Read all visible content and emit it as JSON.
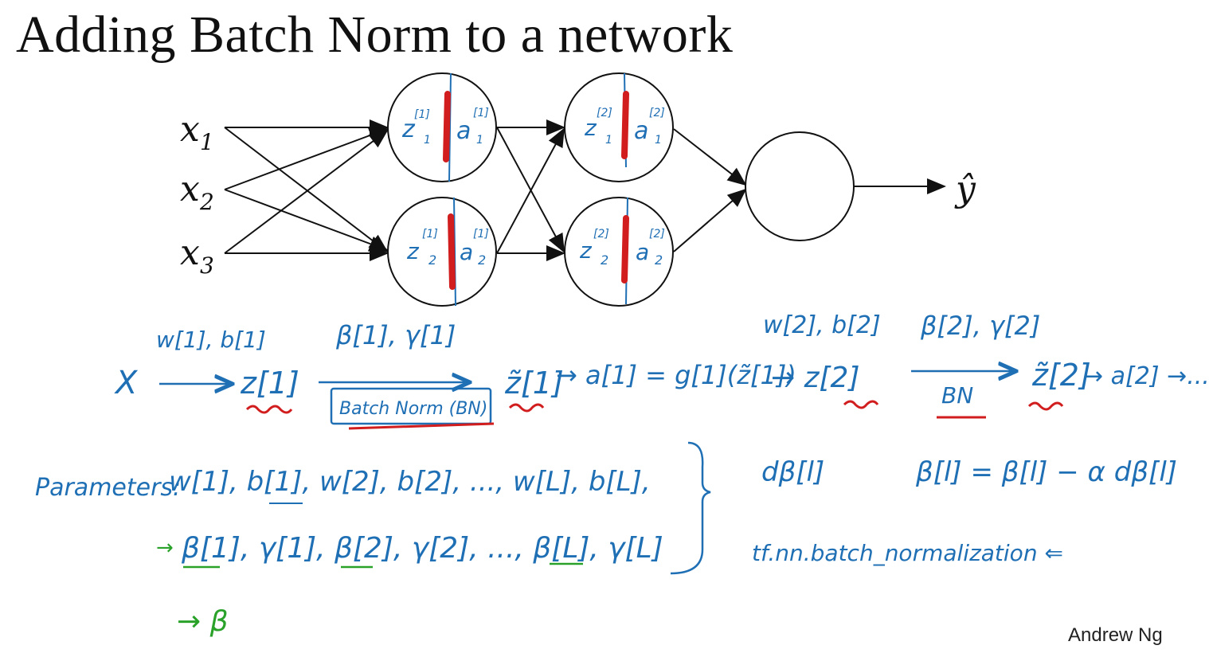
{
  "slide": {
    "title": "Adding Batch Norm to a network",
    "author": "Andrew Ng"
  },
  "network": {
    "inputs": [
      {
        "base": "x",
        "sub": "1"
      },
      {
        "base": "x",
        "sub": "2"
      },
      {
        "base": "x",
        "sub": "3"
      }
    ],
    "layer1": [
      {
        "z": "z",
        "z_sup": "[1]",
        "z_sub": "1",
        "a": "a",
        "a_sup": "[1]",
        "a_sub": "1"
      },
      {
        "z": "z",
        "z_sup": "[1]",
        "z_sub": "2",
        "a": "a",
        "a_sup": "[1]",
        "a_sub": "2"
      }
    ],
    "layer2": [
      {
        "z": "z",
        "z_sup": "[2]",
        "z_sub": "1",
        "a": "a",
        "a_sup": "[2]",
        "a_sub": "1"
      },
      {
        "z": "z",
        "z_sup": "[2]",
        "z_sub": "2",
        "a": "a",
        "a_sup": "[2]",
        "a_sub": "2"
      }
    ],
    "output": "ŷ"
  },
  "flow": {
    "x": "X",
    "w1b1": "w[1], b[1]",
    "z1": "z[1]",
    "beta_gamma1": "β[1], γ[1]",
    "batchnorm_box": "Batch Norm (BN)",
    "ztilde1": "z̃[1]",
    "a1_eq": "→ a[1] = g[1](z̃[1])",
    "w2b2": "w[2], b[2]",
    "z2": "→ z[2]",
    "beta_gamma2": "β[2], γ[2]",
    "bn2": "BN",
    "ztilde2": "z̃[2]",
    "a2": "→ a[2] →..."
  },
  "params": {
    "label": "Parameters:",
    "row1": "w[1], b[1], w[2], b[2], ..., w[L], b[L],",
    "row2": "β[1], γ[1], β[2], γ[2], ..., β[L], γ[L]",
    "beta_note": "→ β",
    "dbeta": "dβ[l]",
    "update": "β[l] = β[l] − α dβ[l]",
    "tf": "tf.nn.batch_normalization ⇐"
  },
  "colors": {
    "blue_ink": "#1f6fb5",
    "red_ink": "#d11d1d",
    "green_ink": "#2aa22a",
    "black": "#111111"
  }
}
